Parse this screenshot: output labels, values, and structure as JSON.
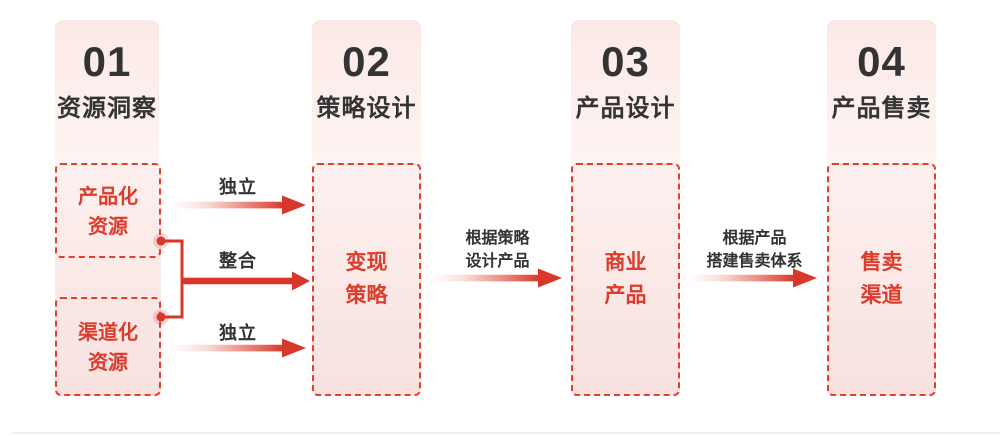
{
  "figure": {
    "steps": [
      {
        "number": "01",
        "title": "资源洞察"
      },
      {
        "number": "02",
        "title": "策略设计"
      },
      {
        "number": "03",
        "title": "产品设计"
      },
      {
        "number": "04",
        "title": "产品售卖"
      }
    ],
    "boxes": {
      "productized_resources": {
        "line1": "产品化",
        "line2": "资源"
      },
      "channelized_resources": {
        "line1": "渠道化",
        "line2": "资源"
      },
      "monetization_strategy": {
        "line1": "变现",
        "line2": "策略"
      },
      "commercial_product": {
        "line1": "商业",
        "line2": "产品"
      },
      "sales_channel": {
        "line1": "售卖",
        "line2": "渠道"
      }
    },
    "connections": {
      "independent_top": "独立",
      "integrate": "整合",
      "independent_bottom": "独立",
      "strategy_to_product": {
        "line1": "根据策略",
        "line2": "设计产品"
      },
      "product_to_sales": {
        "line1": "根据产品",
        "line2": "搭建售卖体系"
      }
    },
    "colors": {
      "red_text": "#dc3c2c",
      "dash_border": "#e2402f",
      "arrow_red": "#d8372b",
      "dark_text": "#333333",
      "column_tint_top": "#fbe9e7",
      "box_fill_bottom": "#f8e2e0"
    }
  }
}
